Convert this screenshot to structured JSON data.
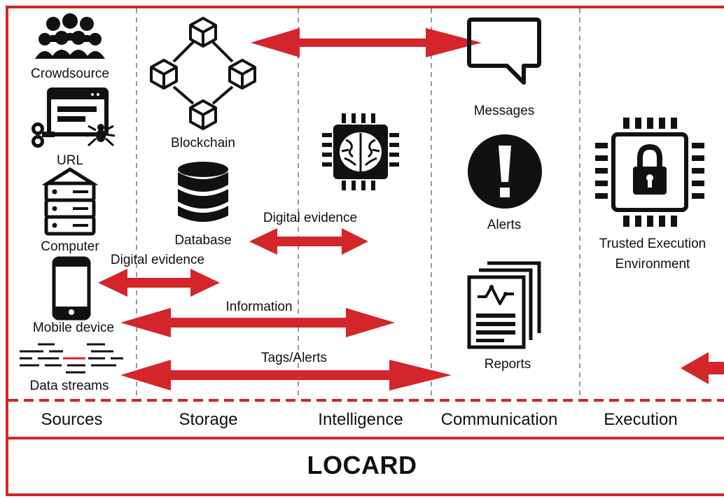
{
  "accent_color": "#d3262b",
  "title": "LOCARD",
  "columns": [
    "Sources",
    "Storage",
    "Intelligence",
    "Communication",
    "Execution"
  ],
  "sources": {
    "crowdsource": "Crowdsource",
    "url": "URL",
    "computer": "Computer",
    "mobile": "Mobile device",
    "streams": "Data streams"
  },
  "storage": {
    "blockchain": "Blockchain",
    "database": "Database"
  },
  "communication": {
    "messages": "Messages",
    "alerts": "Alerts",
    "reports": "Reports"
  },
  "execution": {
    "tee_line1": "Trusted Execution",
    "tee_line2": "Environment"
  },
  "arrows": {
    "digital_evidence_1": "Digital evidence",
    "digital_evidence_2": "Digital evidence",
    "information": "Information",
    "tags_alerts": "Tags/Alerts"
  }
}
